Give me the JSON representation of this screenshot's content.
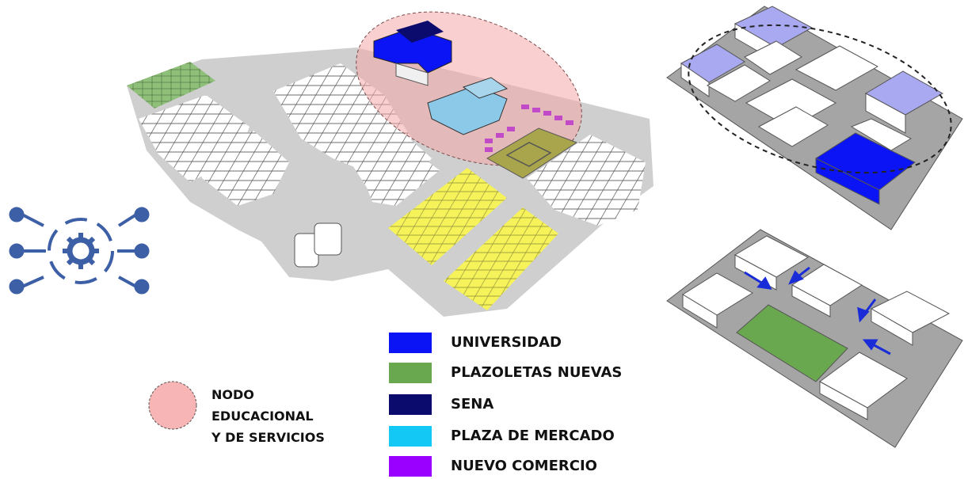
{
  "node_legend": {
    "lines": [
      "NODO",
      "EDUCACIONAL",
      "Y DE SERVICIOS"
    ],
    "color": "#f7b5b5"
  },
  "legend": [
    {
      "label": "UNIVERSIDAD",
      "color": "#0a14f5"
    },
    {
      "label": "PLAZOLETAS NUEVAS",
      "color": "#6aa84f"
    },
    {
      "label": "SENA",
      "color": "#0b0b6e"
    },
    {
      "label": "PLAZA DE MERCADO",
      "color": "#14c8f5"
    },
    {
      "label": "NUEVO COMERCIO",
      "color": "#9a00ff"
    }
  ],
  "icons": {
    "network": "gear-network-icon",
    "arrows": "blue-flow-arrow-icon"
  },
  "palette": {
    "building_fill": "#ffffff",
    "building_stroke": "#444444",
    "ground": "#c8c8c8",
    "commerce_yellow": "#f5f25a",
    "square_olive": "#a9a54c",
    "light_purple": "#a9a9f2",
    "icon_blue": "#3d5fa6"
  }
}
